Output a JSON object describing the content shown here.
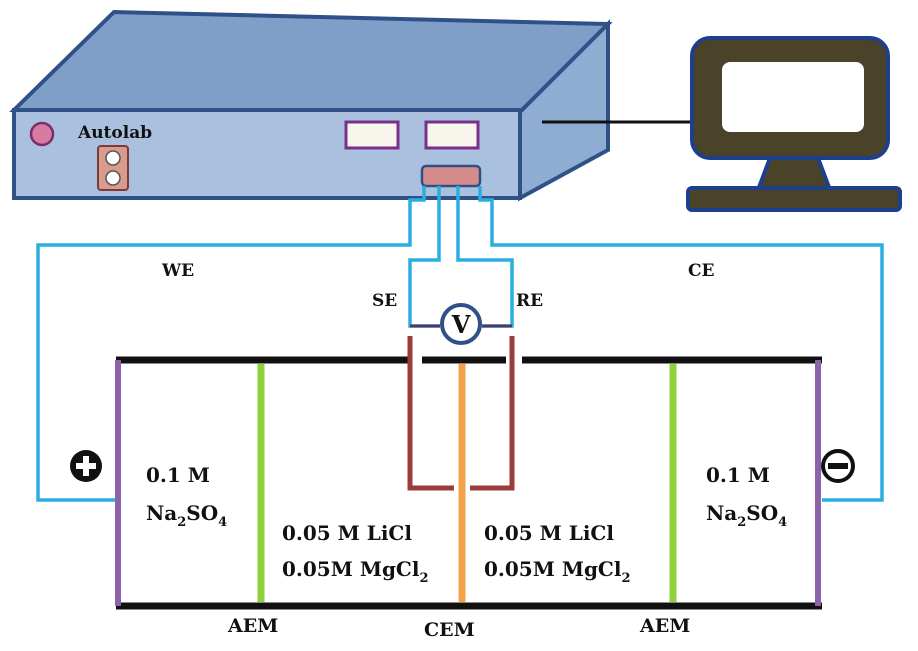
{
  "device": {
    "name": "Autolab"
  },
  "leads": {
    "we": "WE",
    "ce": "CE",
    "se": "SE",
    "re": "RE"
  },
  "voltmeter": {
    "symbol": "V"
  },
  "polarity": {
    "positive": "+",
    "negative": "−"
  },
  "compartments": {
    "left": {
      "line1": "0.1 M",
      "line2_base": "Na",
      "line2_sub1": "2",
      "line2_mid": "SO",
      "line2_sub2": "4"
    },
    "center_left": {
      "line1": "0.05 M LiCl",
      "line2_base": "0.05M MgCl",
      "line2_sub": "2"
    },
    "center_right": {
      "line1": "0.05 M LiCl",
      "line2_base": "0.05M MgCl",
      "line2_sub": "2"
    },
    "right": {
      "line1": "0.1 M",
      "line2_base": "Na",
      "line2_sub1": "2",
      "line2_mid": "SO",
      "line2_sub2": "4"
    }
  },
  "membranes": {
    "left": "AEM",
    "center": "CEM",
    "right": "AEM"
  },
  "colors": {
    "device_front": "#a9c1df",
    "device_top": "#7f9fc9",
    "device_side": "#8facd3",
    "device_border": "#2f5188",
    "wire": "#2aaee0",
    "aem": "#8ed13a",
    "cem": "#f4a24a",
    "electrode": "#9b3b3b",
    "end_plate": "#8c63a8",
    "monitor": "#4a4229",
    "monitor_border": "#1d3f8c"
  }
}
